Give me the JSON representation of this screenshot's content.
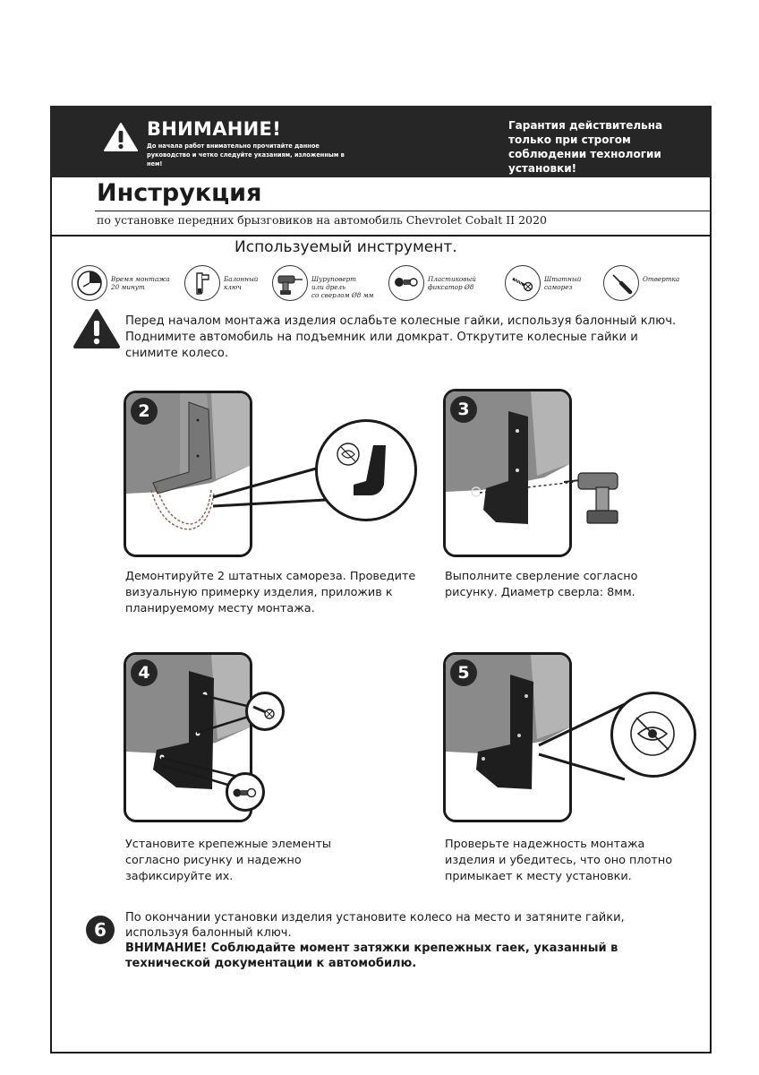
{
  "banner": {
    "title": "ВНИМАНИЕ!",
    "subtitle": "До начала работ внимательно прочитайте данное руководство и четко следуйте указаниям, изложенным в нем!",
    "guarantee": "Гарантия действительна только при строгом соблюдении технологии установки!"
  },
  "document": {
    "title": "Инструкция",
    "subtitle": "по установке передних брызговиков на автомобиль Chevrolet Cobalt II 2020"
  },
  "tools": {
    "heading": "Используемый инструмент.",
    "items": [
      {
        "icon": "clock-icon",
        "label_line1": "Время монтажа",
        "label_line2": "20 минут",
        "label_line3": ""
      },
      {
        "icon": "wheel-wrench-icon",
        "label_line1": "Балонный",
        "label_line2": "ключ",
        "label_line3": ""
      },
      {
        "icon": "drill-icon",
        "label_line1": "Шуруповерт",
        "label_line2": "или дрель",
        "label_line3": "со сверлом Ø8 мм"
      },
      {
        "icon": "plastic-clip-icon",
        "label_line1": "Пластиковый",
        "label_line2": "фиксатор Ø8",
        "label_line3": ""
      },
      {
        "icon": "screw-icon",
        "label_line1": "Штатный",
        "label_line2": "саморез",
        "label_line3": ""
      },
      {
        "icon": "screwdriver-icon",
        "label_line1": "Отвертка",
        "label_line2": "",
        "label_line3": ""
      }
    ]
  },
  "preparation": {
    "text": "Перед началом монтажа изделия ослабьте колесные гайки, используя балонный ключ. Поднимите автомобиль на подъемник или домкрат. Открутите колесные гайки и снимите колесо."
  },
  "steps": [
    {
      "number": "2",
      "caption": "Демонтируйте 2 штатных самореза. Проведите визуальную примерку изделия, приложив к планируемому месту монтажа."
    },
    {
      "number": "3",
      "caption": "Выполните сверление согласно рисунку. Диаметр сверла: 8мм."
    },
    {
      "number": "4",
      "caption": "Установите крепежные элементы согласно рисунку и надежно зафиксируйте их."
    },
    {
      "number": "5",
      "caption": "Проверьте надежность монтажа изделия и убедитесь, что оно плотно примыкает к месту установки."
    }
  ],
  "final_step": {
    "number": "6",
    "text": "По окончании установки изделия установите колесо на место и затяните гайки, используя балонный ключ.",
    "warning": "ВНИМАНИЕ! Соблюдайте момент затяжки крепежных гаек, указанный в технической документации к автомобилю."
  }
}
